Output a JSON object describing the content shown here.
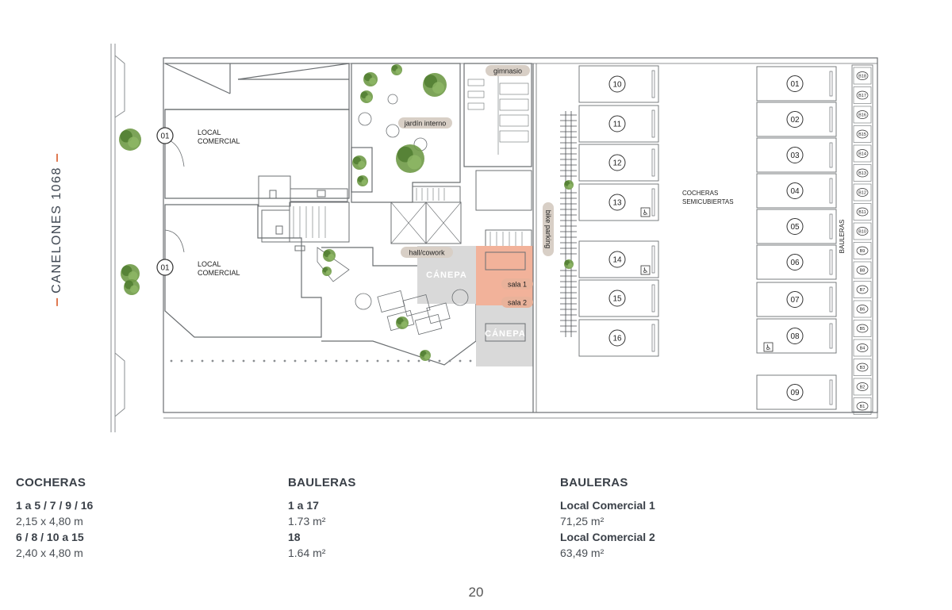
{
  "street": {
    "label": "CANELONES 1068"
  },
  "locales": [
    {
      "number": "01",
      "name_line1": "LOCAL",
      "name_line2": "COMERCIAL"
    },
    {
      "number": "01",
      "name_line1": "LOCAL",
      "name_line2": "COMERCIAL"
    }
  ],
  "rooms": {
    "gimnasio": "gimnasio",
    "jardin": "jardín interno",
    "hall": "hall/cowork",
    "sala1": "sala 1",
    "sala2": "sala 2",
    "bike": "bike parking"
  },
  "watermark": "CÁNEPA",
  "cocheras_label": {
    "line1": "COCHERAS",
    "line2": "SEMICUBIERTAS"
  },
  "bauleras_label": "BAULERAS",
  "parking_left": [
    "10",
    "11",
    "12",
    "13",
    "14",
    "15",
    "16"
  ],
  "parking_right": [
    "01",
    "02",
    "03",
    "04",
    "05",
    "06",
    "07",
    "08",
    "09"
  ],
  "bauleras": [
    "B18",
    "B17",
    "B16",
    "B15",
    "B14",
    "B13",
    "B12",
    "B11",
    "B10",
    "B9",
    "B8",
    "B7",
    "B6",
    "B5",
    "B4",
    "B3",
    "B2",
    "B1"
  ],
  "specs": {
    "col1": {
      "title": "COCHERAS",
      "h1": "1 a 5 / 7 /  9 / 16",
      "v1": "2,15 x 4,80 m",
      "h2": "6 / 8 / 10 a 15",
      "v2": "2,40 x 4,80 m"
    },
    "col2": {
      "title": "BAULERAS",
      "h1": "1 a 17",
      "v1": "1.73 m²",
      "h2": "18",
      "v2": "1.64 m²"
    },
    "col3": {
      "title": "BAULERAS",
      "h1": "Local Comercial 1",
      "v1": "71,25 m²",
      "h2": "Local Comercial 2",
      "v2": "63,49 m²"
    }
  },
  "page_number": "20",
  "colors": {
    "accent": "#e07a52",
    "line": "#6b6f72",
    "tree": "#5f8a3e",
    "label_bg": "#d8cfc6"
  }
}
